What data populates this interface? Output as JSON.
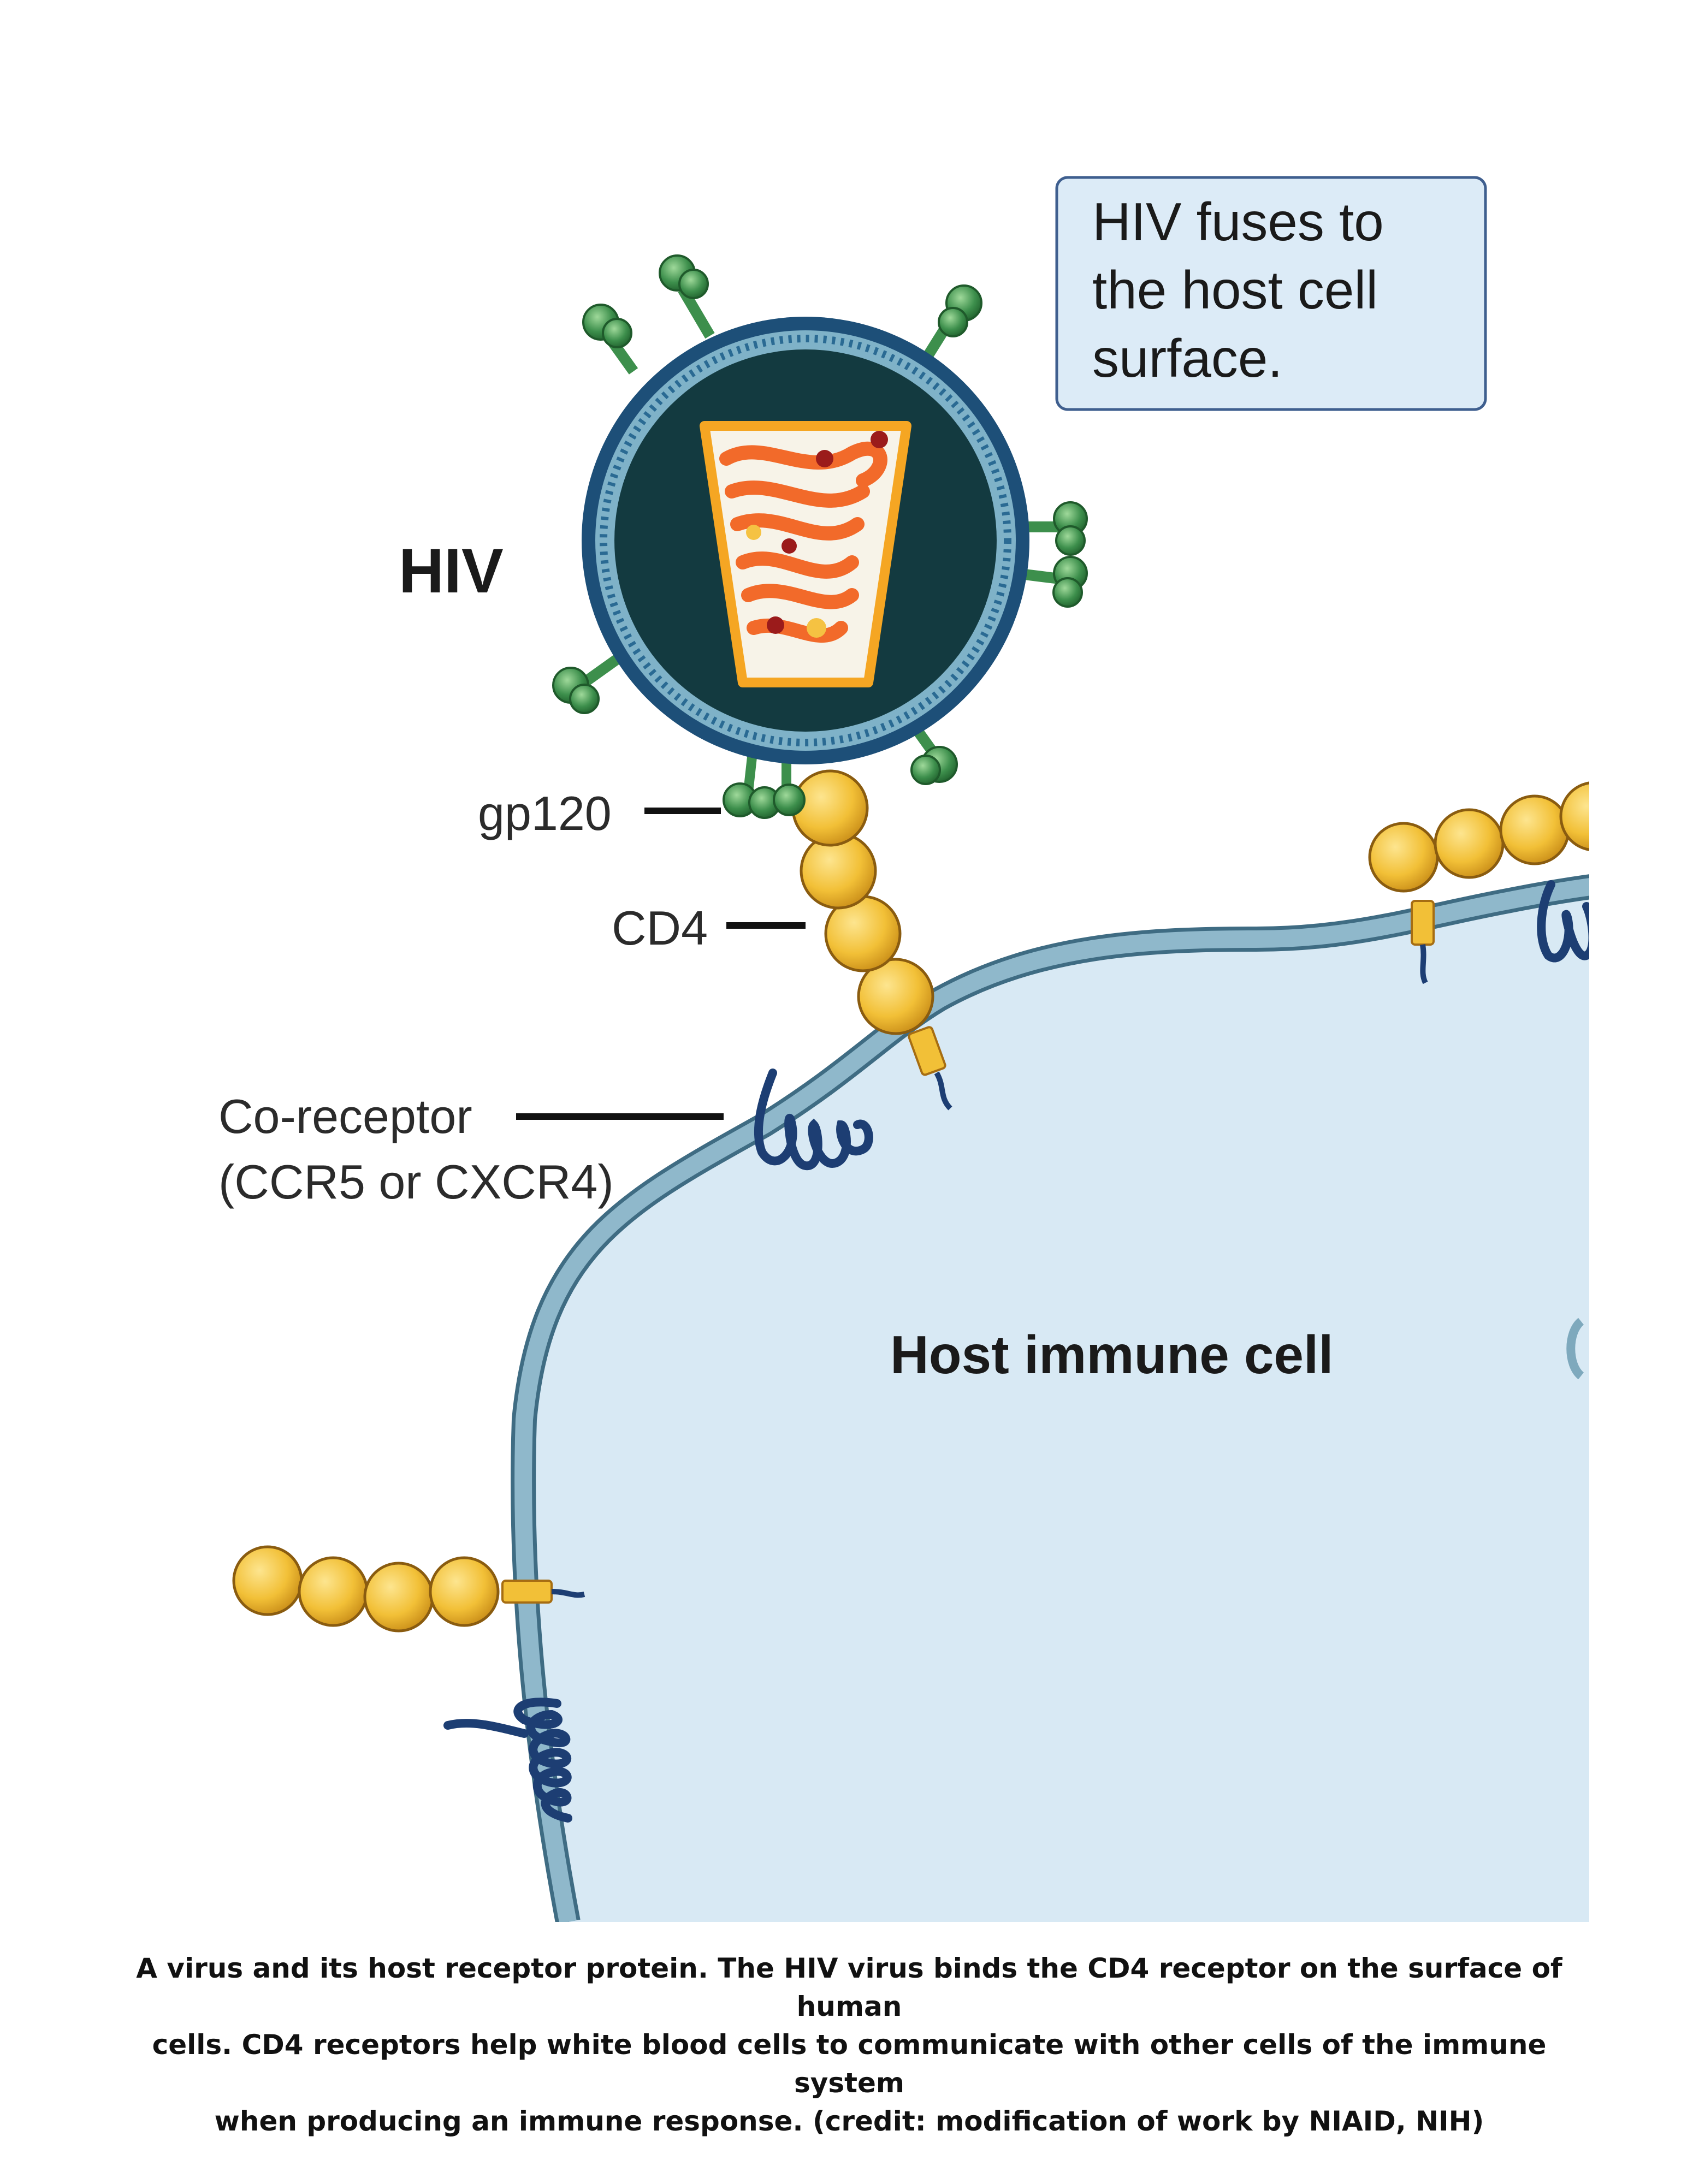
{
  "labels": {
    "hiv": "HIV",
    "gp120": "gp120",
    "cd4": "CD4",
    "coreceptor_line1": "Co-receptor",
    "coreceptor_line2": "(CCR5 or CXCR4)",
    "host_cell": "Host immune cell"
  },
  "callout": {
    "line1": "HIV fuses to",
    "line2": "the host cell",
    "line3": "surface."
  },
  "caption": {
    "line1": "A virus and its host receptor protein. The HIV virus binds the CD4 receptor on the surface of human",
    "line2": "cells. CD4 receptors help white blood cells to communicate with other cells of the immune system",
    "line3": "when producing an immune response. (credit: modification of work by NIAID, NIH)"
  },
  "colors": {
    "cell_fill": "#d8e9f4",
    "membrane": "#7ea9bd",
    "membrane_edge": "#3f6c83",
    "virus_core": "#133a40",
    "virus_ring": "#1d4f78",
    "cd4_bead": "#f2c037",
    "gp120": "#3d8f4c",
    "rna": "#f26a2a",
    "coreceptor": "#1d3e73",
    "callout_fill": "#dcebf7",
    "callout_border": "#3f5f8f"
  }
}
